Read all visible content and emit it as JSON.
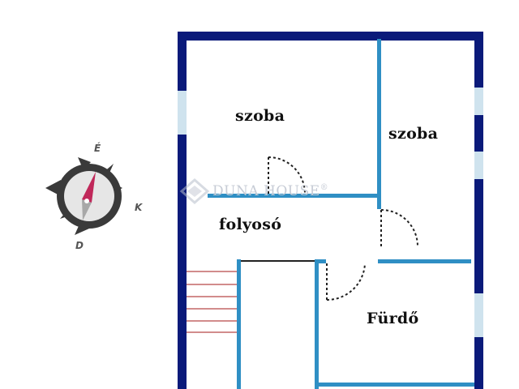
{
  "rooms": {
    "room_1": "szoba",
    "room_2": "szoba",
    "corridor": "folyosó",
    "bathroom": "Fürdő"
  },
  "compass": {
    "north": "É",
    "east": "K",
    "south": "D"
  },
  "watermark": {
    "text": "DUNA HOUSE",
    "mark": "®"
  },
  "colors": {
    "outer_wall": "#0a1a7a",
    "inner_wall": "#2f8fc4",
    "window": "#cfe3ee",
    "door_swing": "#222222",
    "stairs": "#b84848",
    "compass_ring": "#3a3a3a",
    "compass_needle": "#c0285a"
  }
}
